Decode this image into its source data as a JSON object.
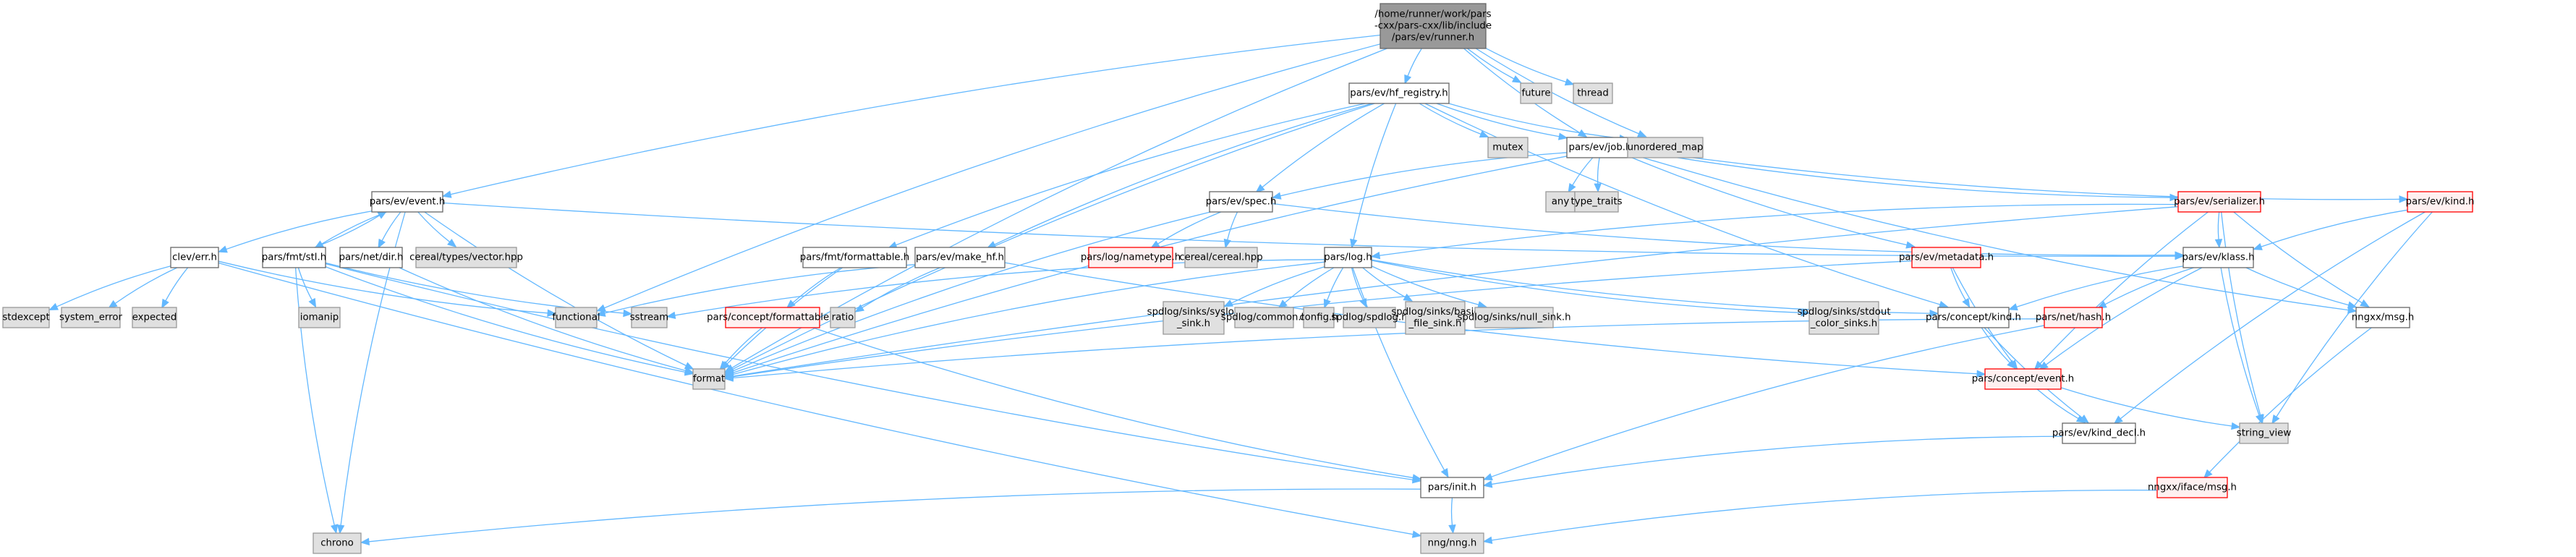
{
  "title": "Include dependency graph for runner.h",
  "colors": {
    "edge": "#63b8ff",
    "root_fill": "#999999",
    "root_stroke": "#666666",
    "documented_fill": "#ffffff",
    "documented_stroke": "#666666",
    "system_fill": "#e0e0e0",
    "system_stroke": "#999999",
    "undocumented_fill": "#fff0f0",
    "undocumented_stroke": "#ff0000"
  },
  "nodes": [
    {
      "id": "runner",
      "label": [
        "/home/runner/work/pars",
        "-cxx/pars-cxx/lib/include",
        "/pars/ev/runner.h"
      ],
      "kind": "root"
    },
    {
      "id": "hf_registry",
      "label": [
        "pars/ev/hf_registry.h"
      ],
      "kind": "documented"
    },
    {
      "id": "future",
      "label": [
        "future"
      ],
      "kind": "system"
    },
    {
      "id": "thread",
      "label": [
        "thread"
      ],
      "kind": "system"
    },
    {
      "id": "mutex",
      "label": [
        "mutex"
      ],
      "kind": "system"
    },
    {
      "id": "job",
      "label": [
        "pars/ev/job.h"
      ],
      "kind": "documented"
    },
    {
      "id": "unordered_map",
      "label": [
        "unordered_map"
      ],
      "kind": "system"
    },
    {
      "id": "any",
      "label": [
        "any"
      ],
      "kind": "system"
    },
    {
      "id": "type_traits",
      "label": [
        "type_traits"
      ],
      "kind": "system"
    },
    {
      "id": "event",
      "label": [
        "pars/ev/event.h"
      ],
      "kind": "documented"
    },
    {
      "id": "clev_err",
      "label": [
        "clev/err.h"
      ],
      "kind": "documented"
    },
    {
      "id": "fmt_stl",
      "label": [
        "pars/fmt/stl.h"
      ],
      "kind": "documented"
    },
    {
      "id": "net_dir",
      "label": [
        "pars/net/dir.h"
      ],
      "kind": "documented"
    },
    {
      "id": "cereal_vector",
      "label": [
        "cereal/types/vector.hpp"
      ],
      "kind": "system"
    },
    {
      "id": "stdexcept",
      "label": [
        "stdexcept"
      ],
      "kind": "system"
    },
    {
      "id": "system_error",
      "label": [
        "system_error"
      ],
      "kind": "system"
    },
    {
      "id": "expected",
      "label": [
        "expected"
      ],
      "kind": "system"
    },
    {
      "id": "iomanip",
      "label": [
        "iomanip"
      ],
      "kind": "system"
    },
    {
      "id": "functional",
      "label": [
        "functional"
      ],
      "kind": "system"
    },
    {
      "id": "sstream",
      "label": [
        "sstream"
      ],
      "kind": "system"
    },
    {
      "id": "format",
      "label": [
        "format"
      ],
      "kind": "system"
    },
    {
      "id": "chrono",
      "label": [
        "chrono"
      ],
      "kind": "system"
    },
    {
      "id": "fmt_formattable",
      "label": [
        "pars/fmt/formattable.h"
      ],
      "kind": "documented"
    },
    {
      "id": "make_hf",
      "label": [
        "pars/ev/make_hf.h"
      ],
      "kind": "documented"
    },
    {
      "id": "concept_formattable",
      "label": [
        "pars/concept/formattable.h"
      ],
      "kind": "undocumented"
    },
    {
      "id": "ratio",
      "label": [
        "ratio"
      ],
      "kind": "system"
    },
    {
      "id": "spec",
      "label": [
        "pars/ev/spec.h"
      ],
      "kind": "documented"
    },
    {
      "id": "nametype",
      "label": [
        "pars/log/nametype.h"
      ],
      "kind": "undocumented"
    },
    {
      "id": "cereal",
      "label": [
        "cereal/cereal.hpp"
      ],
      "kind": "system"
    },
    {
      "id": "log",
      "label": [
        "pars/log.h"
      ],
      "kind": "documented"
    },
    {
      "id": "syslog_sink",
      "label": [
        "spdlog/sinks/syslog",
        "_sink.h"
      ],
      "kind": "system"
    },
    {
      "id": "spdlog_common",
      "label": [
        "spdlog/common.h"
      ],
      "kind": "system"
    },
    {
      "id": "config",
      "label": [
        "config.h"
      ],
      "kind": "system"
    },
    {
      "id": "spdlog",
      "label": [
        "spdlog/spdlog.h"
      ],
      "kind": "system"
    },
    {
      "id": "basic_file_sink",
      "label": [
        "spdlog/sinks/basic",
        "_file_sink.h"
      ],
      "kind": "system"
    },
    {
      "id": "null_sink",
      "label": [
        "spdlog/sinks/null_sink.h"
      ],
      "kind": "system"
    },
    {
      "id": "stdout_sinks",
      "label": [
        "spdlog/sinks/stdout",
        "_color_sinks.h"
      ],
      "kind": "system"
    },
    {
      "id": "metadata",
      "label": [
        "pars/ev/metadata.h"
      ],
      "kind": "undocumented"
    },
    {
      "id": "serializer",
      "label": [
        "pars/ev/serializer.h"
      ],
      "kind": "undocumented"
    },
    {
      "id": "ev_kind",
      "label": [
        "pars/ev/kind.h"
      ],
      "kind": "undocumented"
    },
    {
      "id": "klass",
      "label": [
        "pars/ev/klass.h"
      ],
      "kind": "documented"
    },
    {
      "id": "concept_kind",
      "label": [
        "pars/concept/kind.h"
      ],
      "kind": "documented"
    },
    {
      "id": "net_hash",
      "label": [
        "pars/net/hash.h"
      ],
      "kind": "undocumented"
    },
    {
      "id": "nngxx_msg",
      "label": [
        "nngxx/msg.h"
      ],
      "kind": "documented"
    },
    {
      "id": "concept_event",
      "label": [
        "pars/concept/event.h"
      ],
      "kind": "undocumented"
    },
    {
      "id": "kind_decl",
      "label": [
        "pars/ev/kind_decl.h"
      ],
      "kind": "documented"
    },
    {
      "id": "string_view",
      "label": [
        "string_view"
      ],
      "kind": "system"
    },
    {
      "id": "init",
      "label": [
        "pars/init.h"
      ],
      "kind": "documented"
    },
    {
      "id": "nng",
      "label": [
        "nng/nng.h"
      ],
      "kind": "system"
    },
    {
      "id": "iface_msg",
      "label": [
        "nngxx/iface/msg.h"
      ],
      "kind": "undocumented"
    }
  ],
  "edges": [
    [
      "runner",
      "hf_registry"
    ],
    [
      "runner",
      "future"
    ],
    [
      "runner",
      "thread"
    ],
    [
      "runner",
      "job"
    ],
    [
      "runner",
      "unordered_map"
    ],
    [
      "runner",
      "event"
    ],
    [
      "runner",
      "functional"
    ],
    [
      "runner",
      "format"
    ],
    [
      "hf_registry",
      "mutex"
    ],
    [
      "hf_registry",
      "job"
    ],
    [
      "hf_registry",
      "unordered_map"
    ],
    [
      "hf_registry",
      "spec"
    ],
    [
      "hf_registry",
      "fmt_formattable"
    ],
    [
      "hf_registry",
      "make_hf"
    ],
    [
      "hf_registry",
      "log"
    ],
    [
      "hf_registry",
      "format"
    ],
    [
      "hf_registry",
      "concept_kind"
    ],
    [
      "job",
      "any"
    ],
    [
      "job",
      "type_traits"
    ],
    [
      "job",
      "spec"
    ],
    [
      "job",
      "serializer"
    ],
    [
      "job",
      "metadata"
    ],
    [
      "job",
      "ev_kind"
    ],
    [
      "job",
      "nngxx_msg"
    ],
    [
      "job",
      "format"
    ],
    [
      "event",
      "clev_err"
    ],
    [
      "event",
      "fmt_stl"
    ],
    [
      "event",
      "net_dir"
    ],
    [
      "event",
      "cereal_vector"
    ],
    [
      "event",
      "klass"
    ],
    [
      "event",
      "format"
    ],
    [
      "event",
      "chrono"
    ],
    [
      "fmt_stl",
      "event"
    ],
    [
      "fmt_stl",
      "iomanip"
    ],
    [
      "fmt_stl",
      "format"
    ],
    [
      "fmt_stl",
      "chrono"
    ],
    [
      "fmt_stl",
      "sstream"
    ],
    [
      "fmt_stl",
      "init"
    ],
    [
      "clev_err",
      "stdexcept"
    ],
    [
      "clev_err",
      "system_error"
    ],
    [
      "clev_err",
      "expected"
    ],
    [
      "clev_err",
      "functional"
    ],
    [
      "clev_err",
      "nng"
    ],
    [
      "net_dir",
      "format"
    ],
    [
      "fmt_formattable",
      "concept_formattable"
    ],
    [
      "fmt_formattable",
      "format"
    ],
    [
      "make_hf",
      "functional"
    ],
    [
      "make_hf",
      "ratio"
    ],
    [
      "make_hf",
      "concept_event"
    ],
    [
      "concept_formattable",
      "format"
    ],
    [
      "concept_formattable",
      "init"
    ],
    [
      "spec",
      "nametype"
    ],
    [
      "spec",
      "cereal"
    ],
    [
      "spec",
      "format"
    ],
    [
      "spec",
      "klass"
    ],
    [
      "log",
      "syslog_sink"
    ],
    [
      "log",
      "spdlog_common"
    ],
    [
      "log",
      "config"
    ],
    [
      "log",
      "spdlog"
    ],
    [
      "log",
      "basic_file_sink"
    ],
    [
      "log",
      "null_sink"
    ],
    [
      "log",
      "stdout_sinks"
    ],
    [
      "log",
      "sstream"
    ],
    [
      "log",
      "concept_kind"
    ],
    [
      "log",
      "format"
    ],
    [
      "log",
      "init"
    ],
    [
      "serializer",
      "klass"
    ],
    [
      "serializer",
      "nngxx_msg"
    ],
    [
      "serializer",
      "string_view"
    ],
    [
      "serializer",
      "log"
    ],
    [
      "serializer",
      "concept_event"
    ],
    [
      "serializer",
      "format"
    ],
    [
      "metadata",
      "concept_kind"
    ],
    [
      "metadata",
      "concept_event"
    ],
    [
      "metadata",
      "format"
    ],
    [
      "ev_kind",
      "klass"
    ],
    [
      "ev_kind",
      "kind_decl"
    ],
    [
      "ev_kind",
      "string_view"
    ],
    [
      "klass",
      "concept_kind"
    ],
    [
      "klass",
      "net_hash"
    ],
    [
      "klass",
      "nngxx_msg"
    ],
    [
      "klass",
      "string_view"
    ],
    [
      "klass",
      "concept_event"
    ],
    [
      "net_hash",
      "format"
    ],
    [
      "net_hash",
      "init"
    ],
    [
      "concept_kind",
      "concept_event"
    ],
    [
      "concept_kind",
      "kind_decl"
    ],
    [
      "concept_event",
      "kind_decl"
    ],
    [
      "concept_event",
      "string_view"
    ],
    [
      "kind_decl",
      "init"
    ],
    [
      "nngxx_msg",
      "iface_msg"
    ],
    [
      "iface_msg",
      "nng"
    ],
    [
      "init",
      "nng"
    ],
    [
      "init",
      "chrono"
    ]
  ]
}
